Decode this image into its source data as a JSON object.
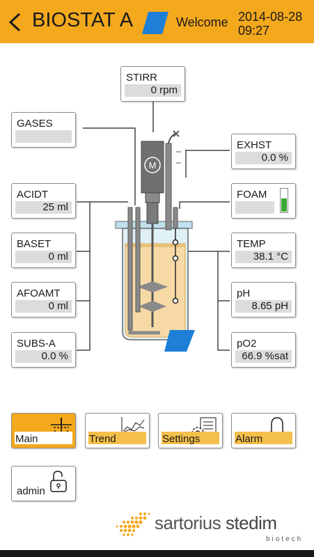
{
  "header": {
    "title": "BIOSTAT A",
    "welcome": "Welcome",
    "date": "2014-08-28",
    "time": "09:27",
    "back_icon": "chevron-left-icon",
    "logo_icon": "blue-parallelogram-logo",
    "color": "#f4a81c"
  },
  "params": {
    "stirr": {
      "label": "STIRR",
      "value": "0 rpm"
    },
    "gases": {
      "label": "GASES",
      "value": ""
    },
    "exhst": {
      "label": "EXHST",
      "value": "0.0 %"
    },
    "acidt": {
      "label": "ACIDT",
      "value": "25 ml"
    },
    "foam": {
      "label": "FOAM",
      "value": "",
      "level": 0.55
    },
    "baset": {
      "label": "BASET",
      "value": "0 ml"
    },
    "temp": {
      "label": "TEMP",
      "value": "38.1 °C"
    },
    "afoamt": {
      "label": "AFOAMT",
      "value": "0 ml"
    },
    "ph": {
      "label": "pH",
      "value": "8.65 pH"
    },
    "subsa": {
      "label": "SUBS-A",
      "value": "0.0 %"
    },
    "po2": {
      "label": "pO2",
      "value": "66.9 %sat"
    }
  },
  "vessel": {
    "motor_label": "M"
  },
  "nav": {
    "main": "Main",
    "trend": "Trend",
    "settings": "Settings",
    "alarm": "Alarm",
    "admin": "admin"
  },
  "brand": {
    "name_part1": "sartorius",
    "name_part2": "stedim",
    "sub": "biotech"
  },
  "colors": {
    "accent": "#f4a81c",
    "strip": "#f4bf4a",
    "value_bg": "#dcdcdc",
    "foam_green": "#3aa832",
    "logo_blue": "#1e7fd8"
  }
}
